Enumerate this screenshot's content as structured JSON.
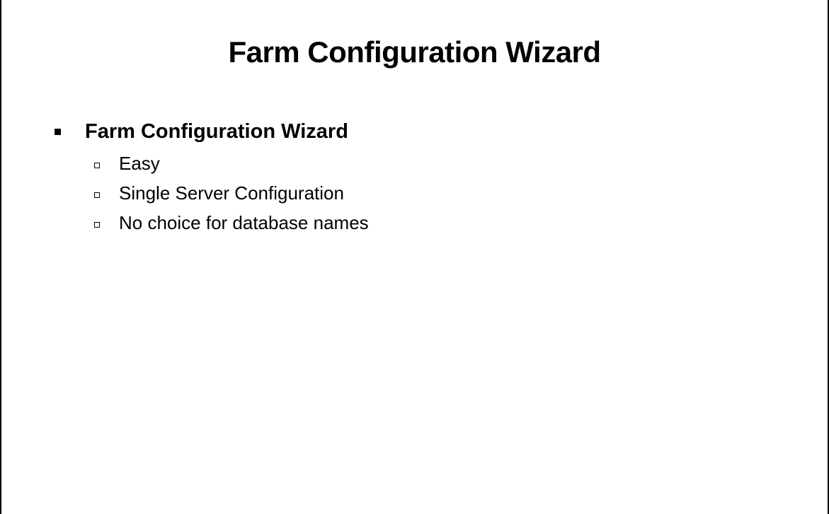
{
  "slide": {
    "title": "Farm Configuration Wizard",
    "bullets": [
      {
        "label": "Farm Configuration Wizard",
        "sub_items": [
          "Easy",
          "Single Server Configuration",
          "No choice for database names"
        ]
      }
    ]
  },
  "colors": {
    "background": "#ffffff",
    "text": "#000000"
  },
  "icons": {
    "bullet_level1": "filled-square-bullet-icon",
    "bullet_level2": "hollow-square-bullet-icon"
  }
}
